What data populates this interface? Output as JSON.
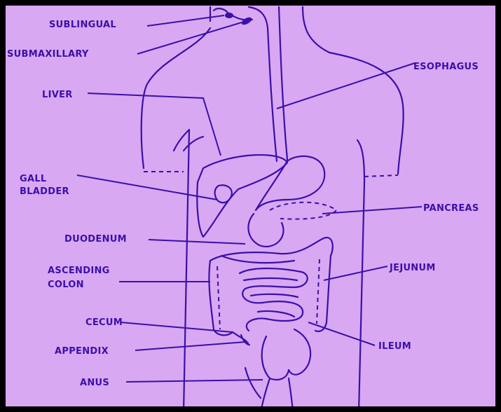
{
  "diagram": {
    "labels": {
      "sublingual": "SUBLINGUAL",
      "submaxillary": "SUBMAXILLARY",
      "liver": "LIVER",
      "gall_bladder_1": "GALL",
      "gall_bladder_2": "BLADDER",
      "duodenum": "DUODENUM",
      "ascending_colon_1": "ASCENDING",
      "ascending_colon_2": "COLON",
      "cecum": "CECUM",
      "appendix": "APPENDIX",
      "anus": "ANUS",
      "esophagus": "ESOPHAGUS",
      "pancreas": "PANCREAS",
      "jejunum": "JEJUNUM",
      "ileum": "ILEUM"
    },
    "colors": {
      "background": "#d9a8f3",
      "ink": "#3a10a8",
      "border": "#000000"
    }
  }
}
